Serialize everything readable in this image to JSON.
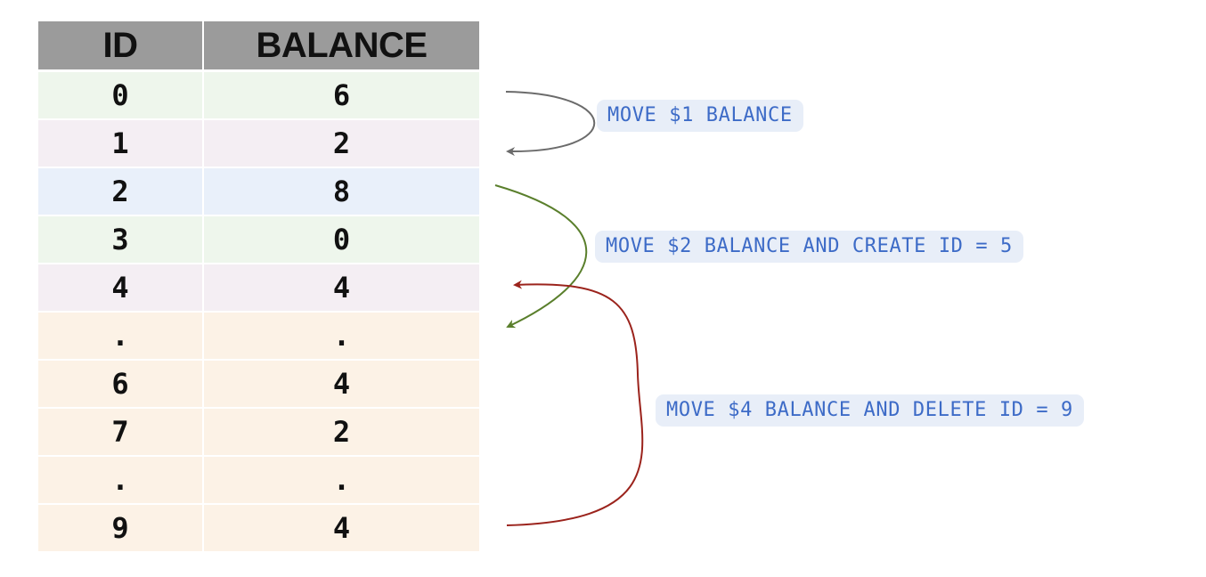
{
  "table": {
    "headers": {
      "id": "ID",
      "balance": "BALANCE"
    },
    "rows": [
      {
        "id": "0",
        "balance": "6",
        "color": "#eef6ec"
      },
      {
        "id": "1",
        "balance": "2",
        "color": "#f4eef3"
      },
      {
        "id": "2",
        "balance": "8",
        "color": "#e9f0fa"
      },
      {
        "id": "3",
        "balance": "0",
        "color": "#eef6ec"
      },
      {
        "id": "4",
        "balance": "4",
        "color": "#f4eef3"
      },
      {
        "id": ".",
        "balance": ".",
        "color": "#fcf2e6"
      },
      {
        "id": "6",
        "balance": "4",
        "color": "#fcf2e6"
      },
      {
        "id": "7",
        "balance": "2",
        "color": "#fcf2e6"
      },
      {
        "id": ".",
        "balance": ".",
        "color": "#fcf2e6"
      },
      {
        "id": "9",
        "balance": "4",
        "color": "#fcf2e6"
      }
    ]
  },
  "annotations": {
    "move1": "MOVE $1 BALANCE",
    "move2": "MOVE $2 BALANCE AND CREATE ID = 5",
    "move4": "MOVE $4 BALANCE AND DELETE ID = 9"
  },
  "arrow_colors": {
    "move1": "#6b6b6b",
    "move2": "#5a7f2c",
    "move4": "#9b231c"
  }
}
